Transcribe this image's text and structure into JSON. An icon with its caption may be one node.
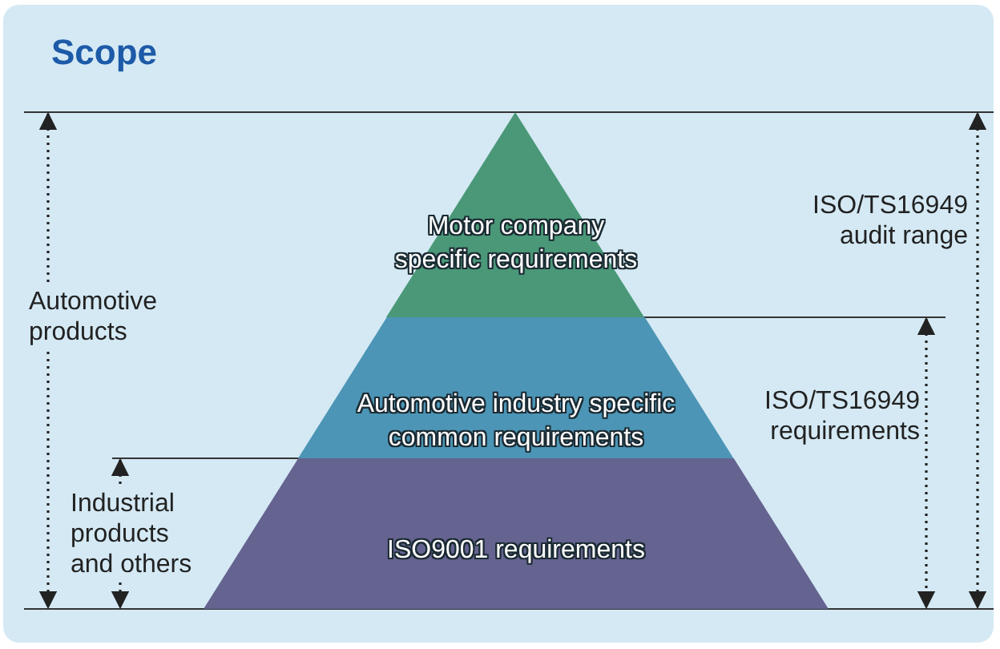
{
  "diagram": {
    "title": "Scope",
    "nodes": [
      {
        "text": [
          "Motor company specific requirements"
        ]
      },
      {
        "text": [
          "Automotive industry specific common requirements"
        ]
      },
      {
        "text": [
          "ISO9001 requirements"
        ]
      }
    ],
    "labels": [
      "Automotive products",
      "Industrial products and others",
      "ISO/TS16949 audit range",
      "ISO/TS16949 requirements"
    ]
  }
}
